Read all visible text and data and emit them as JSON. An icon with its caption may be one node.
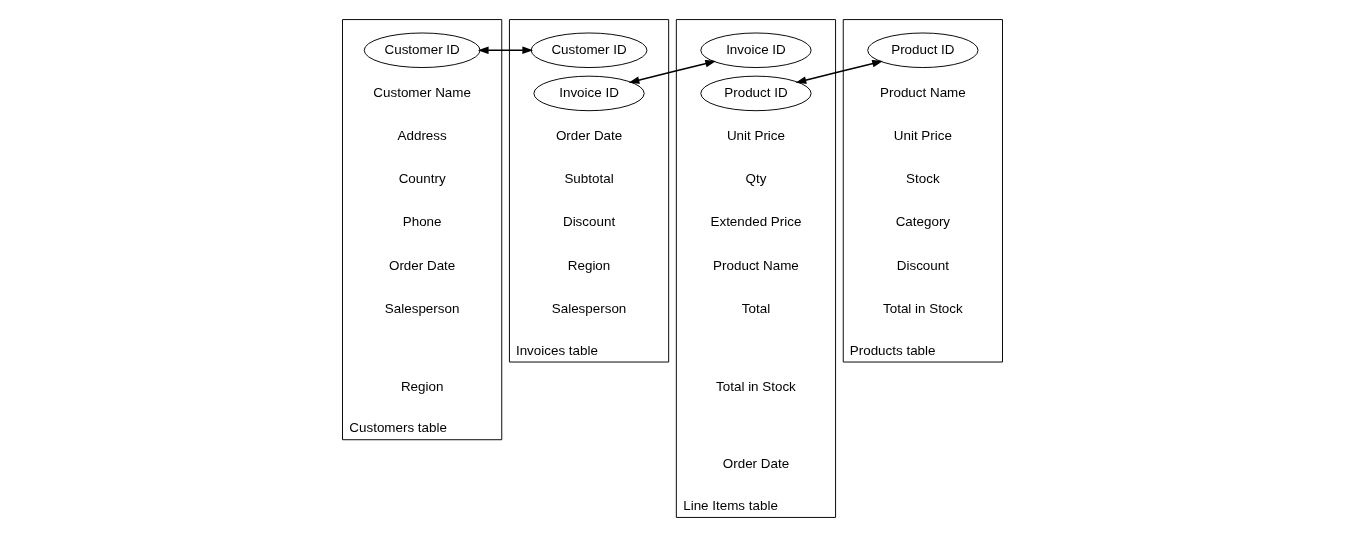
{
  "diagram": {
    "nodes": [
      {
        "text": [
          "Customers table"
        ]
      },
      {
        "text": [
          "Customer ID"
        ],
        "in": 0
      },
      {
        "text": [
          "Customer Name"
        ],
        "in": 0
      },
      {
        "text": [
          "Address"
        ],
        "in": 0
      },
      {
        "text": [
          "Country"
        ],
        "in": 0
      },
      {
        "text": [
          "Phone"
        ],
        "in": 0
      },
      {
        "text": [
          "Order Date"
        ],
        "in": 0
      },
      {
        "text": [
          "Salesperson"
        ],
        "in": 0
      },
      {
        "text": [
          "Region"
        ],
        "in": 0
      },
      {
        "text": [
          "Invoices table"
        ]
      },
      {
        "text": [
          "Customer ID"
        ],
        "in": 9
      },
      {
        "text": [
          "Invoice ID"
        ],
        "in": 9
      },
      {
        "text": [
          "Order Date"
        ],
        "in": 9
      },
      {
        "text": [
          "Subtotal"
        ],
        "in": 9
      },
      {
        "text": [
          "Discount"
        ],
        "in": 9
      },
      {
        "text": [
          "Region"
        ],
        "in": 9
      },
      {
        "text": [
          "Salesperson"
        ],
        "in": 9
      },
      {
        "text": [
          "Line Items table"
        ]
      },
      {
        "text": [
          "Invoice ID"
        ],
        "in": 17
      },
      {
        "text": [
          "Product ID"
        ],
        "in": 17
      },
      {
        "text": [
          "Unit Price"
        ],
        "in": 17
      },
      {
        "text": [
          "Qty"
        ],
        "in": 17
      },
      {
        "text": [
          "Extended Price"
        ],
        "in": 17
      },
      {
        "text": [
          "Product Name"
        ],
        "in": 17
      },
      {
        "text": [
          "Total"
        ],
        "in": 17
      },
      {
        "text": [
          "Total in Stock"
        ],
        "in": 17
      },
      {
        "text": [
          "Order Date"
        ],
        "in": 17
      },
      {
        "text": [
          "Products table"
        ]
      },
      {
        "text": [
          "Product ID"
        ],
        "in": 27
      },
      {
        "text": [
          "Product Name"
        ],
        "in": 27
      },
      {
        "text": [
          "Unit Price"
        ],
        "in": 27
      },
      {
        "text": [
          "Stock"
        ],
        "in": 27
      },
      {
        "text": [
          "Category"
        ],
        "in": 27
      },
      {
        "text": [
          "Discount"
        ],
        "in": 27
      },
      {
        "text": [
          "Total in Stock"
        ],
        "in": 27
      }
    ],
    "edges": [
      {
        "from": 1,
        "to": 10,
        "arrow": "both"
      },
      {
        "from": 11,
        "to": 18,
        "arrow": "both"
      },
      {
        "from": 19,
        "to": 28,
        "arrow": "both"
      }
    ]
  }
}
